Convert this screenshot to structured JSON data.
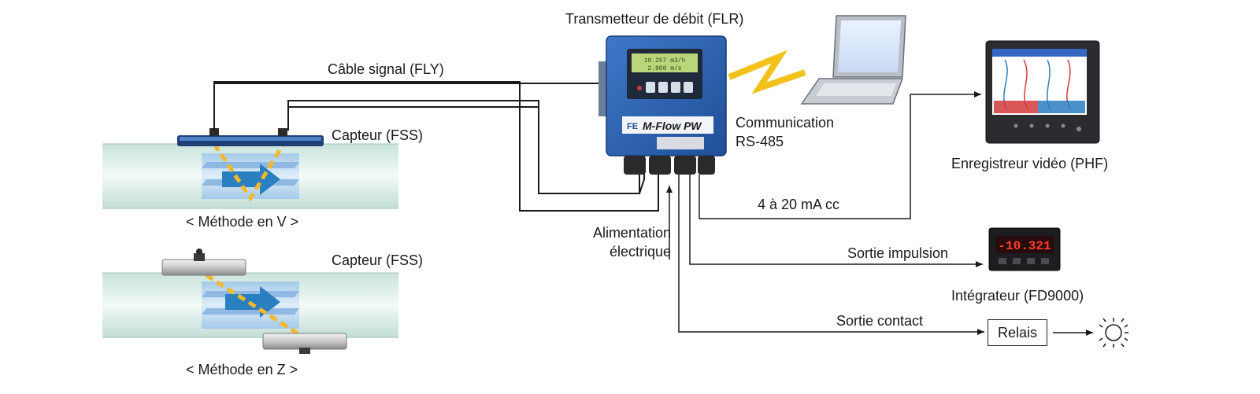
{
  "labels": {
    "transmitter": "Transmetteur de débit (FLR)",
    "signal_cable": "Câble signal (FLY)",
    "sensor_top": "Capteur (FSS)",
    "sensor_bottom": "Capteur (FSS)",
    "method_v": "< Méthode en V >",
    "method_z": "< Méthode en Z >",
    "communication_line1": "Communication",
    "communication_line2": "RS-485",
    "recorder": "Enregistreur vidéo (PHF)",
    "analog_output": "4 à 20 mA cc",
    "power_line1": "Alimentation",
    "power_line2": "électrique",
    "pulse_output": "Sortie impulsion",
    "integrator": "Intégrateur (FD9000)",
    "contact_output": "Sortie contact",
    "relay": "Relais"
  },
  "device": {
    "brand_text": "M-Flow PW",
    "logo_text": "FE",
    "display_line1": "10.257 m3/h",
    "display_line2": "2.908 m/s"
  },
  "integrator_display": "-10.321",
  "colors": {
    "pipe": "#dbeee9",
    "transmitter_body": "#2f63b0",
    "beam": "#f2b92a",
    "flow_arrow": "#2a7fc0",
    "wire": "#1a1a1a",
    "rs485_link": "#f2c21a",
    "lcd": "#b9d77a"
  },
  "icons": [
    "lamp-icon",
    "arrow-head-icon"
  ]
}
